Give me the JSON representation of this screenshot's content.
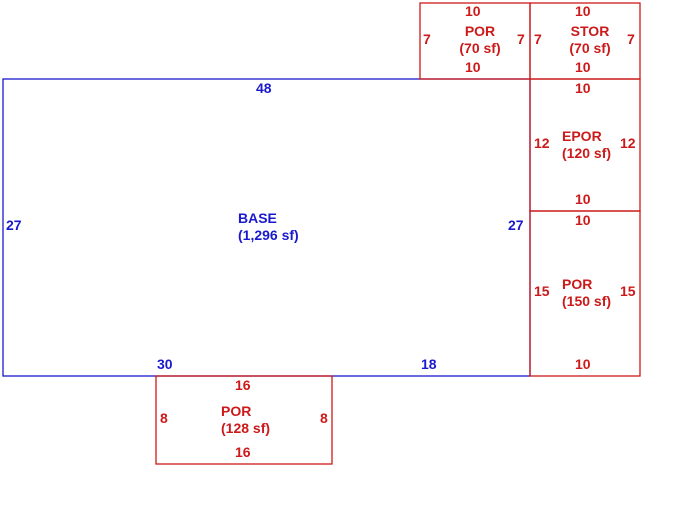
{
  "colors": {
    "base": "#1a1acc",
    "addition": "#cc1a1a",
    "background": "#ffffff"
  },
  "areas": {
    "base": {
      "name": "BASE",
      "area": "(1,296 sf)",
      "top": "48",
      "left": "27",
      "right": "27",
      "bottom_left": "30",
      "bottom_right": "18"
    },
    "por_top": {
      "name": "POR",
      "area": "(70 sf)",
      "top": "10",
      "bottom": "10",
      "left": "7",
      "right": "7"
    },
    "stor": {
      "name": "STOR",
      "area": "(70 sf)",
      "top": "10",
      "bottom": "10",
      "left": "7",
      "right": "7"
    },
    "epor": {
      "name": "EPOR",
      "area": "(120 sf)",
      "top": "10",
      "bottom": "10",
      "left": "12",
      "right": "12"
    },
    "por_right": {
      "name": "POR",
      "area": "(150 sf)",
      "top": "10",
      "bottom": "10",
      "left": "15",
      "right": "15"
    },
    "por_bottom": {
      "name": "POR",
      "area": "(128 sf)",
      "top": "16",
      "bottom": "16",
      "left": "8",
      "right": "8"
    }
  }
}
